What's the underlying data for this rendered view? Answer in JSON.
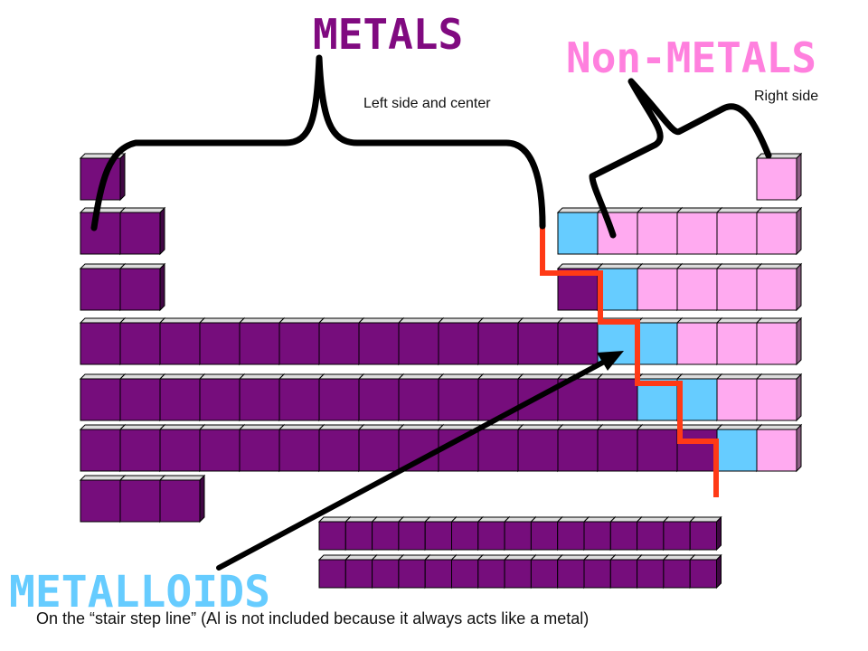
{
  "labels": {
    "metals_title": "METALS",
    "metals_note": "Left side and center",
    "nonmetals_title": "Non-METALS",
    "nonmetals_note": "Right side",
    "metalloids_title": "METALLOIDS",
    "metalloids_note": "On the “stair step line” (Al is not included because it always acts like a metal)"
  },
  "colors": {
    "metal": "#760d7c",
    "nonmetal": "#ffaaf0",
    "metalloid": "#66ccff",
    "metals_title": "#800a80",
    "nonmetals_title": "#ff80de",
    "metalloids_title": "#66ccff",
    "stair_line": "#ff3a16",
    "bracket": "#000000"
  },
  "table": {
    "rows": [
      "M................N",
      "MM..........ZNNNNN",
      "MM..........MZNNNN",
      "MMMMMMMMMMMMMZZNNN",
      "MMMMMMMMMMMMMMZZNN",
      "MMMMMMMMMMMMMMMMZN",
      "MMM"
    ],
    "f_block_rows": [
      "MMMMMMMMMMMMMMM",
      "MMMMMMMMMMMMMMM"
    ]
  }
}
